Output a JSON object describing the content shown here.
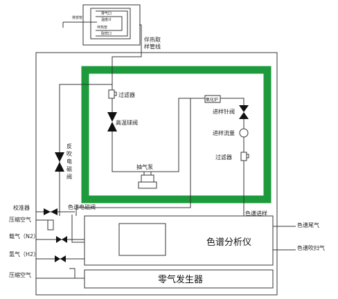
{
  "colors": {
    "line": "#333333",
    "enclosure": "#1d9a3c",
    "enclosure_fill": "#ffffff",
    "valve_fill": "#111111"
  },
  "sampling": {
    "probe_label": "伴热取样管线",
    "probe_chars": [
      "伴",
      "热",
      "取",
      "样",
      "管",
      "线"
    ],
    "inner_labels": [
      "排气口",
      "温度计",
      "伴热管",
      "取样口"
    ],
    "outer_label": "排放管"
  },
  "inner": {
    "filter1": "过滤器",
    "valve_high_temp": "高温球阀",
    "pump": "抽气泵",
    "oxidizer": "氧化炉",
    "needle_valve": "进样针阀",
    "flow": "进样流量",
    "filter2": "过滤器"
  },
  "left": {
    "backflush_valve_chars": [
      "反",
      "吹",
      "电",
      "磁",
      "阀"
    ],
    "calibrator": "校准器",
    "compressed_air_top": "压缩空气",
    "carrier_gas": "载气（N2）",
    "hydrogen": "氢气（H2）",
    "compressed_air_bottom": "压缩空气"
  },
  "analyzer": {
    "title": "色谱分析仪",
    "solenoid_valve": "色谱电磁阀",
    "sample_inlet": "色谱进样",
    "tail_gas": "色谱尾气",
    "purge_gas": "色谱吹扫气"
  },
  "generator": {
    "title": "零气发生器"
  }
}
